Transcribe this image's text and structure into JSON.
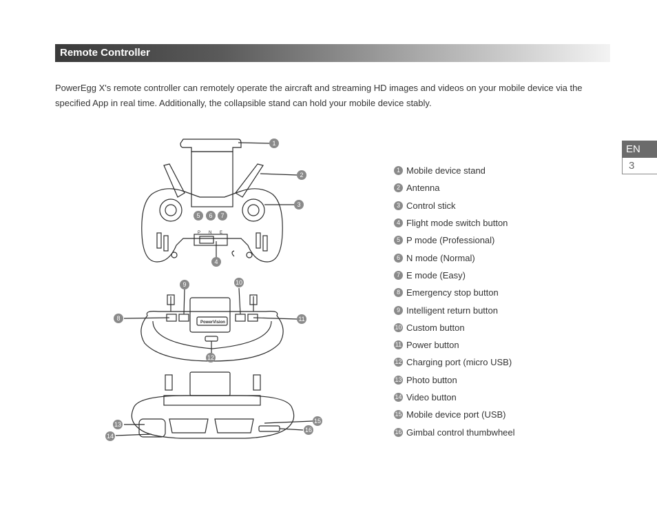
{
  "header": {
    "section_title": "Remote Controller"
  },
  "intro": {
    "text": "PowerEgg X's remote controller can remotely operate the aircraft and streaming HD images and videos on your mobile device via the specified App in real time. Additionally, the collapsible stand can hold your mobile device stably."
  },
  "side_tab": {
    "language": "EN",
    "page_number": "3"
  },
  "diagram": {
    "mode_labels": [
      "P",
      "N",
      "E"
    ],
    "brand_text": "PowerVision",
    "callouts": [
      "1",
      "2",
      "3",
      "4",
      "5",
      "6",
      "7",
      "8",
      "9",
      "10",
      "11",
      "12",
      "13",
      "14",
      "15",
      "16"
    ]
  },
  "legend": [
    {
      "num": "1",
      "label": "Mobile device stand"
    },
    {
      "num": "2",
      "label": "Antenna"
    },
    {
      "num": "3",
      "label": "Control stick"
    },
    {
      "num": "4",
      "label": "Flight mode switch button"
    },
    {
      "num": "5",
      "label": "P mode (Professional)"
    },
    {
      "num": "6",
      "label": "N mode (Normal)"
    },
    {
      "num": "7",
      "label": "E mode (Easy)"
    },
    {
      "num": "8",
      "label": "Emergency stop button"
    },
    {
      "num": "9",
      "label": "Intelligent return button"
    },
    {
      "num": "10",
      "label": "Custom button"
    },
    {
      "num": "11",
      "label": "Power button"
    },
    {
      "num": "12",
      "label": "Charging port (micro USB)"
    },
    {
      "num": "13",
      "label": "Photo button"
    },
    {
      "num": "14",
      "label": "Video button"
    },
    {
      "num": "15",
      "label": "Mobile device port (USB)"
    },
    {
      "num": "16",
      "label": "Gimbal control thumbwheel"
    }
  ],
  "colors": {
    "badge": "#8a8a8a",
    "bar_dark": "#3a3a3a",
    "tab": "#6b6b6b"
  }
}
